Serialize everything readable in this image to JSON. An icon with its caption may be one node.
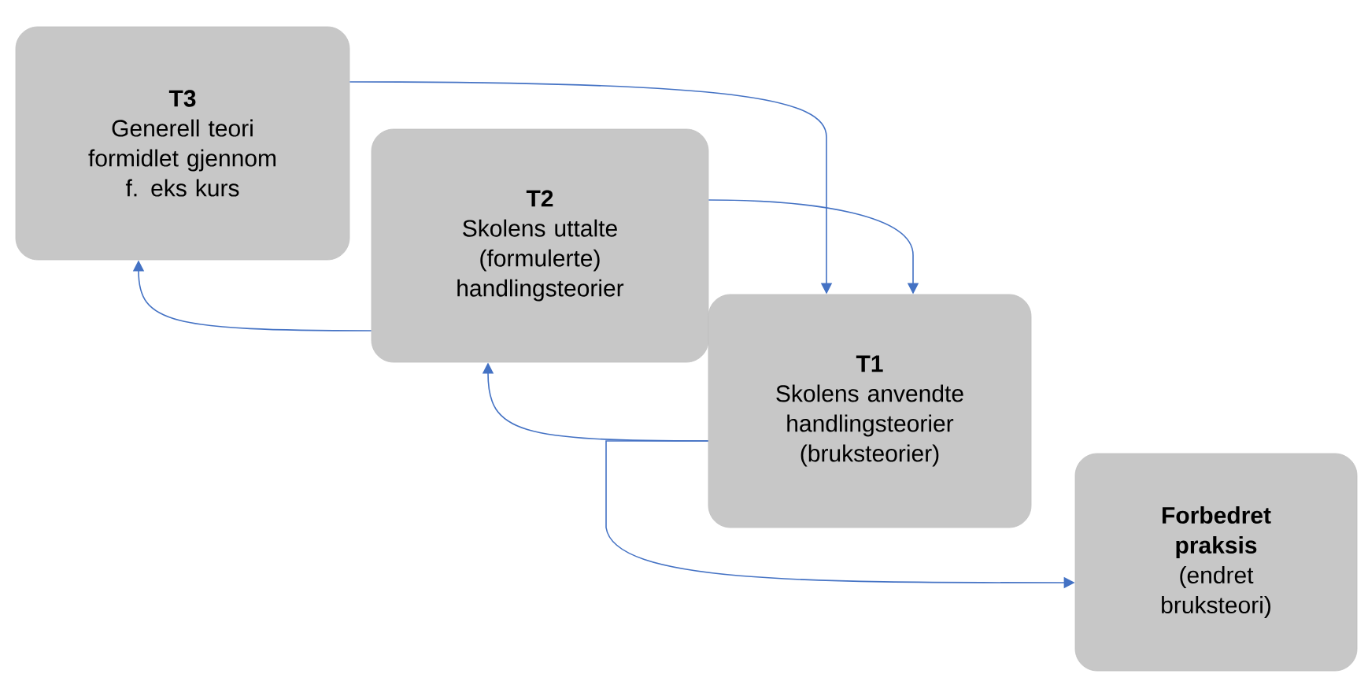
{
  "diagram": {
    "nodes": [
      {
        "text": [
          "T3",
          "Generell teori formidlet gjennom f. eks kurs"
        ]
      },
      {
        "text": [
          "T2",
          "Skolens uttalte (formulerte) handlingsteorier"
        ]
      },
      {
        "text": [
          "T1",
          "Skolens anvendte handlingsteorier (bruksteorier)"
        ]
      },
      {
        "text": [
          "Forbedret praksis",
          "(endret bruksteori)"
        ]
      }
    ],
    "edges": [
      {
        "from": 0,
        "to": 2,
        "arrow": "to"
      },
      {
        "from": 1,
        "to": 2,
        "arrow": "to"
      },
      {
        "from": 1,
        "to": 0,
        "arrow": "to"
      },
      {
        "from": 2,
        "to": 1,
        "arrow": "to"
      },
      {
        "from": 2,
        "to": 3,
        "arrow": "to"
      }
    ]
  }
}
